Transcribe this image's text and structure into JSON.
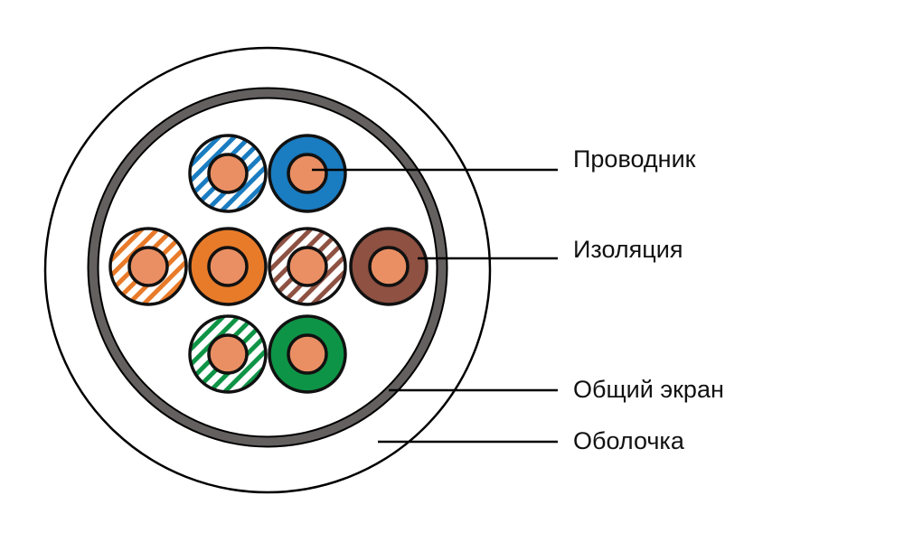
{
  "labels": {
    "conductor": "Проводник",
    "insulation": "Изоляция",
    "shield": "Общий экран",
    "jacket": "Оболочка"
  },
  "colors": {
    "copper": "#EA8F63",
    "blue": "#1A7CC1",
    "orange": "#E87B2A",
    "brown": "#8E5142",
    "green": "#0E9446",
    "shield": "#646060"
  },
  "wires": [
    {
      "color": "blue",
      "striped": true
    },
    {
      "color": "blue",
      "striped": false
    },
    {
      "color": "orange",
      "striped": true
    },
    {
      "color": "orange",
      "striped": false
    },
    {
      "color": "brown",
      "striped": true
    },
    {
      "color": "brown",
      "striped": false
    },
    {
      "color": "green",
      "striped": true
    },
    {
      "color": "green",
      "striped": false
    }
  ]
}
